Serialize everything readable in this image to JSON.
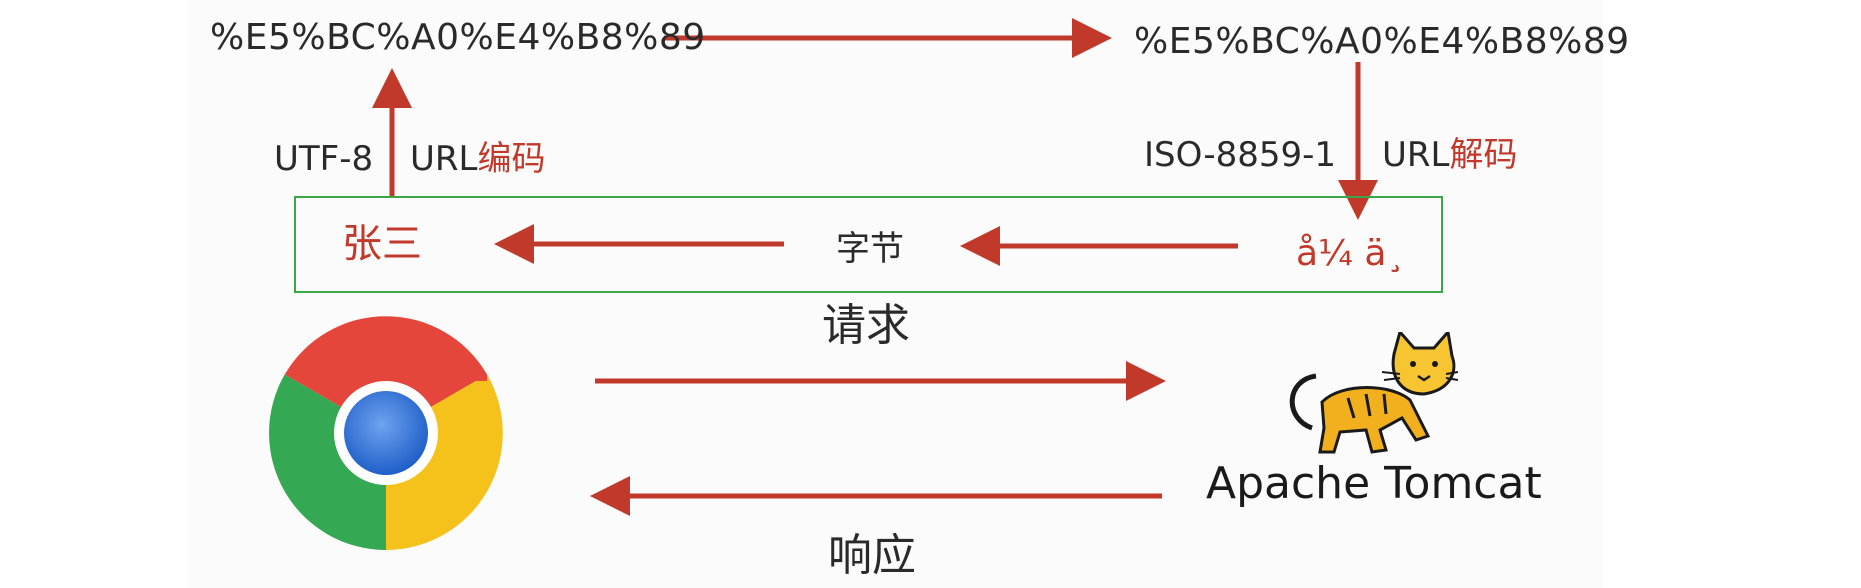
{
  "top": {
    "left_encoded": "%E5%BC%A0%E4%B8%89",
    "right_encoded": "%E5%BC%A0%E4%B8%89"
  },
  "left_labels": {
    "charset": "UTF-8",
    "url_prefix": "URL",
    "action": "编码"
  },
  "right_labels": {
    "charset": "ISO-8859-1",
    "url_prefix": "URL",
    "action": "解码"
  },
  "box": {
    "original": "张三",
    "middle": "字节",
    "garbled": "å¼ ä¸"
  },
  "request_label": "请求",
  "response_label": "响应",
  "server": {
    "name": "Apache Tomcat"
  },
  "colors": {
    "arrow": "#c0392b",
    "box_border": "#3aa646",
    "accent_text": "#c0392b"
  },
  "icons": {
    "browser": "chrome-logo-icon",
    "server": "tomcat-cat-icon"
  }
}
